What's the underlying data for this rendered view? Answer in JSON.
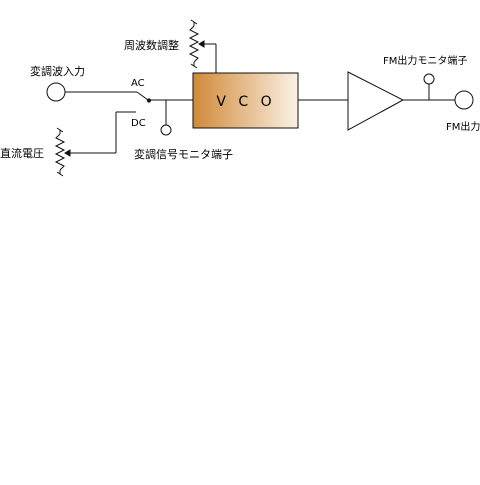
{
  "diagram": {
    "labels": {
      "freq_adjust": "周波数調整",
      "mod_input": "変調波入力",
      "ac": "AC",
      "dc": "DC",
      "mod_monitor": "変調信号モニタ端子",
      "dc_voltage": "直流電圧",
      "vco": "V C O",
      "fm_monitor": "FM出力モニタ端子",
      "fm_output": "FM出力"
    },
    "colors": {
      "vco_gradient_start": "#d08a3a",
      "vco_gradient_end": "#fbf1e4",
      "line": "#111111"
    }
  }
}
